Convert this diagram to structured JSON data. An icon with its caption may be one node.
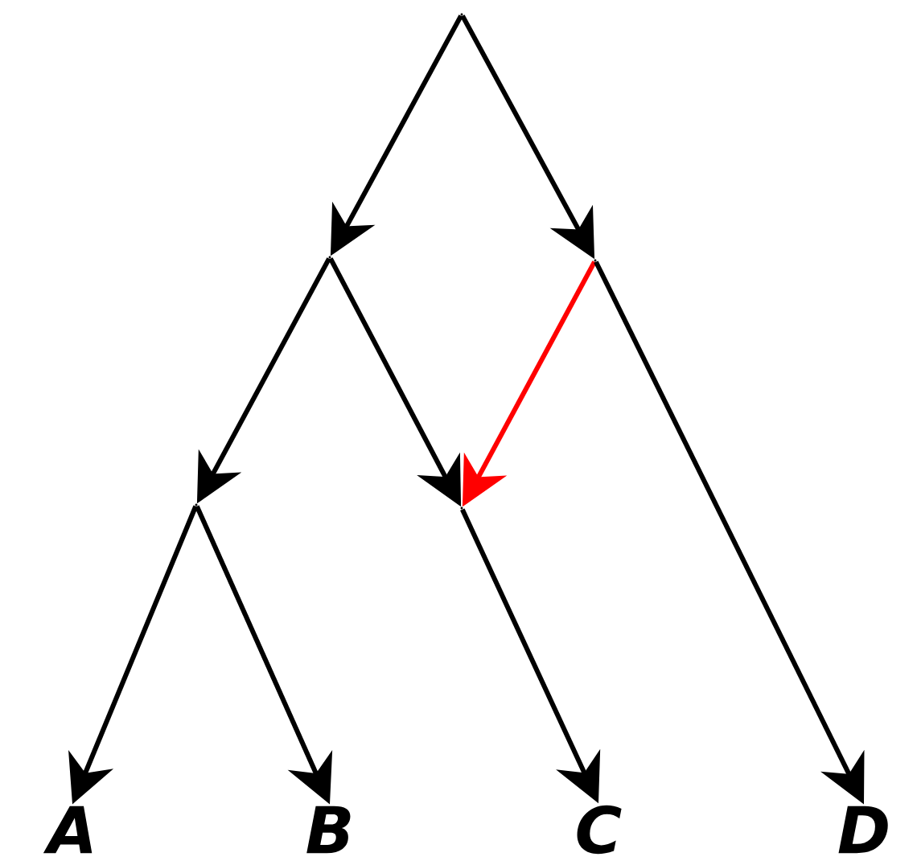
{
  "diagram": {
    "nodes": [
      {
        "text": [],
        "shape": "point"
      },
      {
        "text": [],
        "shape": "point"
      },
      {
        "text": [],
        "shape": "point"
      },
      {
        "text": [],
        "shape": "point"
      },
      {
        "text": [],
        "shape": "point"
      },
      {
        "text": [
          "A"
        ]
      },
      {
        "text": [
          "B"
        ]
      },
      {
        "text": [
          "C"
        ]
      },
      {
        "text": [
          "D"
        ]
      }
    ],
    "edges": [
      {
        "from": 0,
        "to": 1,
        "arrow": "to"
      },
      {
        "from": 0,
        "to": 2,
        "arrow": "to"
      },
      {
        "from": 1,
        "to": 3,
        "arrow": "to"
      },
      {
        "from": 1,
        "to": 4,
        "arrow": "to"
      },
      {
        "from": 2,
        "to": 4,
        "arrow": "to",
        "color": "#ff0000"
      },
      {
        "from": 3,
        "to": 5,
        "arrow": "to"
      },
      {
        "from": 3,
        "to": 6,
        "arrow": "to"
      },
      {
        "from": 4,
        "to": 7,
        "arrow": "to"
      },
      {
        "from": 2,
        "to": 8,
        "arrow": "to"
      }
    ]
  }
}
